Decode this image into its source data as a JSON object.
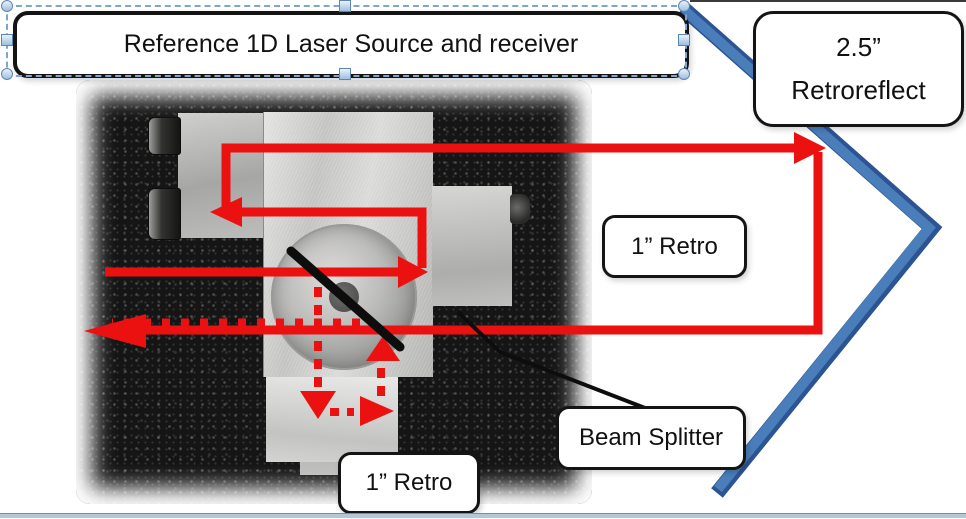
{
  "slide": {
    "title_box": {
      "text": "Reference 1D Laser Source and receiver",
      "selected": true
    },
    "callouts": {
      "retroreflect": {
        "line1": "2.5”",
        "line2": "Retroreflect"
      },
      "retro_mid": {
        "text": "1” Retro"
      },
      "beam_splitter": {
        "text": "Beam Splitter"
      },
      "retro_bottom": {
        "text": "1” Retro"
      }
    }
  },
  "colors": {
    "beam_red": "#ec1111",
    "chevron_fill": "#4a7ebb",
    "chevron_outline": "#2d5492",
    "black_line": "#0d0d0d"
  }
}
